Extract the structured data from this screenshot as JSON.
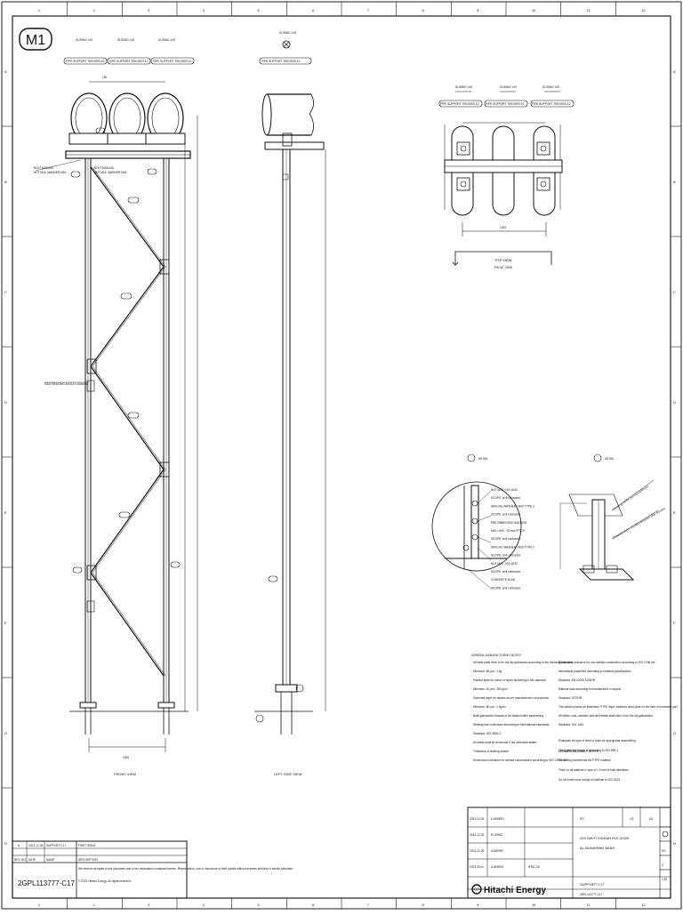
{
  "sheet_id": "M1",
  "columns": [
    "1",
    "2",
    "3",
    "4",
    "5",
    "6",
    "7",
    "8",
    "9",
    "10",
    "11",
    "12"
  ],
  "rows": [
    "A",
    "B",
    "C",
    "D",
    "E",
    "F",
    "G",
    "H"
  ],
  "front_view": {
    "title": "FRONT VIEW",
    "sliding_labels": [
      "SLIDING ±15",
      "SLIDING ±15",
      "SLIDING ±25"
    ],
    "support_tags": [
      "PIPE SUPPORT TRIGGER-10",
      "PIPE SUPPORT TRIGGER-10",
      "PIPE SUPPORT TRIGGER-10"
    ],
    "dim_top": "150",
    "dim_bottom": "1000",
    "left_notes": [
      "BOLT M16x140",
      "NUT M16, WASHER M16",
      "BOLT M16x140",
      "NUT M16, WASHER M16"
    ],
    "brace_note": "SIDE BRACING ANGLE L60x60x6"
  },
  "side_view": {
    "title": "LEFT SIDE VIEW",
    "sliding_label": "SLIDING ±15",
    "support_tag": "PIPE SUPPORT TRIGGER-10"
  },
  "top_view": {
    "title": "TOP VIEW",
    "subtitle": "FRONT VIEW",
    "sliding_labels": [
      "SLIDING ±15",
      "SLIDING ±15",
      "SLIDING ±25"
    ],
    "support_tags": [
      "PIPE SUPPORT TRIGGER-10",
      "PIPE SUPPORT TRIGGER-10",
      "PIPE SUPPORT TRIGGER-10"
    ],
    "dim": "1000"
  },
  "detail_left": {
    "tag": "DETAIL",
    "callouts": [
      "NUT M20 · ISO 4032",
      "SCOPE: civil contractor",
      "SPECIAL WASHER / M20 TYPE 2",
      "SCOPE: civil contractor",
      "PRE EMBEDDED ANCHOR",
      "M20 x 400 · 20 mm PITCH",
      "SCOPE: civil contractor",
      "SPECIAL WASHER / M20 TYPE 2",
      "SCOPE: civil contractor",
      "NUT M20 · ISO 4032",
      "SCOPE: civil contractor",
      "CONCRETE SLAB",
      "SCOPE: civil contractor"
    ]
  },
  "detail_right": {
    "tag": "DETAIL",
    "callouts": [
      "Grouting works: by civil contractor",
      "Grouting works: by civil contractor after erection"
    ]
  },
  "notes": {
    "heading": "GENERAL MANUFACTURING NOTES",
    "heading2": "DRAWING ASSEMBLY NOTES",
    "lines": [
      "All steel parts have to be hot dip galvanized according to the following standard",
      "Minimum: 85 μm  /  1 kg",
      "Painted layer for minor or repair according to the standard",
      "Minimum: 40 μm  /  280 g/m²",
      "Skimmed layer for repairs as per manufacturer's instructions",
      "Minimum: 80 μm  /  1 kg/m²",
      "Bolts galvanized threads to be cleaned after assembling",
      "Welding has continuous according to international standards",
      "Standard: ISO 3834-2",
      "All welds shall be all around if not otherwise stated",
      "Thickness of welding seams",
      "Dimensions tolerance for welded constructions according to ISO 13920 BE"
    ],
    "lines_right": [
      "Dimensions tolerance for non welded construction according to ISO 2768 mK",
      "Mechanical properties according to material specifications",
      "Standard: EN 10025 S235JR",
      "Material data according to manufacturer's request",
      "Standard: S275JR",
      "The welded pieces as illustrated, PTFE layer, stainless steel plate on the side of moveable part",
      "All slides, nuts, washers and all threads shall have to be hot dip galvanized",
      "Standard: ISO 1461",
      "Examples for type of steel of bolts for appropriate assembling",
      "The tightening torque is according to ISO 898-1",
      "For sliding movements the PTFE material",
      "Thick on all material in type of 1.0 mm in both directions",
      "Do not invite more scope of material to ISO 9223"
    ]
  },
  "title_block": {
    "company": "Hitachi Energy",
    "project_line1": "GIS SWITCHGEAR ELK-3/420",
    "project_line2": "AL-BUHAIRAH 380kV",
    "drawing_title": "SUPPORT C17",
    "drawing_number": "2GPL113777-C17",
    "sheet": "1/3",
    "lang": "EN",
    "rev": "C",
    "scale": "1:20",
    "fmt": "A3",
    "rows": [
      {
        "date": "2023-12-05",
        "name": "A.AHMED"
      },
      {
        "date": "2023-12-05",
        "name": "R.LEWIC"
      },
      {
        "date": "2023-12-05",
        "name": "A.MATAR"
      },
      {
        "date": "2023.03.xx",
        "name": "A.AHMED"
      }
    ],
    "status": "IFC",
    "checked": "IFMC-CE"
  },
  "rev_block": {
    "rev": "A",
    "date": "2022-12-05",
    "desc": "FIRST ISSUE",
    "col_rev": "REV. NO.",
    "col_date": "DATE",
    "col_name": "NAME",
    "col_desc": "DESCRIPTION",
    "current": "SUPPORT C17",
    "drawing_no": "2GPL113777-C17",
    "copyright": "We reserve all rights in this document and in the information contained therein. Reproduction, use or disclosure to third parties without express authority is strictly forbidden.",
    "copyright2": "© 2023 Hitachi Energy. All rights reserved."
  }
}
